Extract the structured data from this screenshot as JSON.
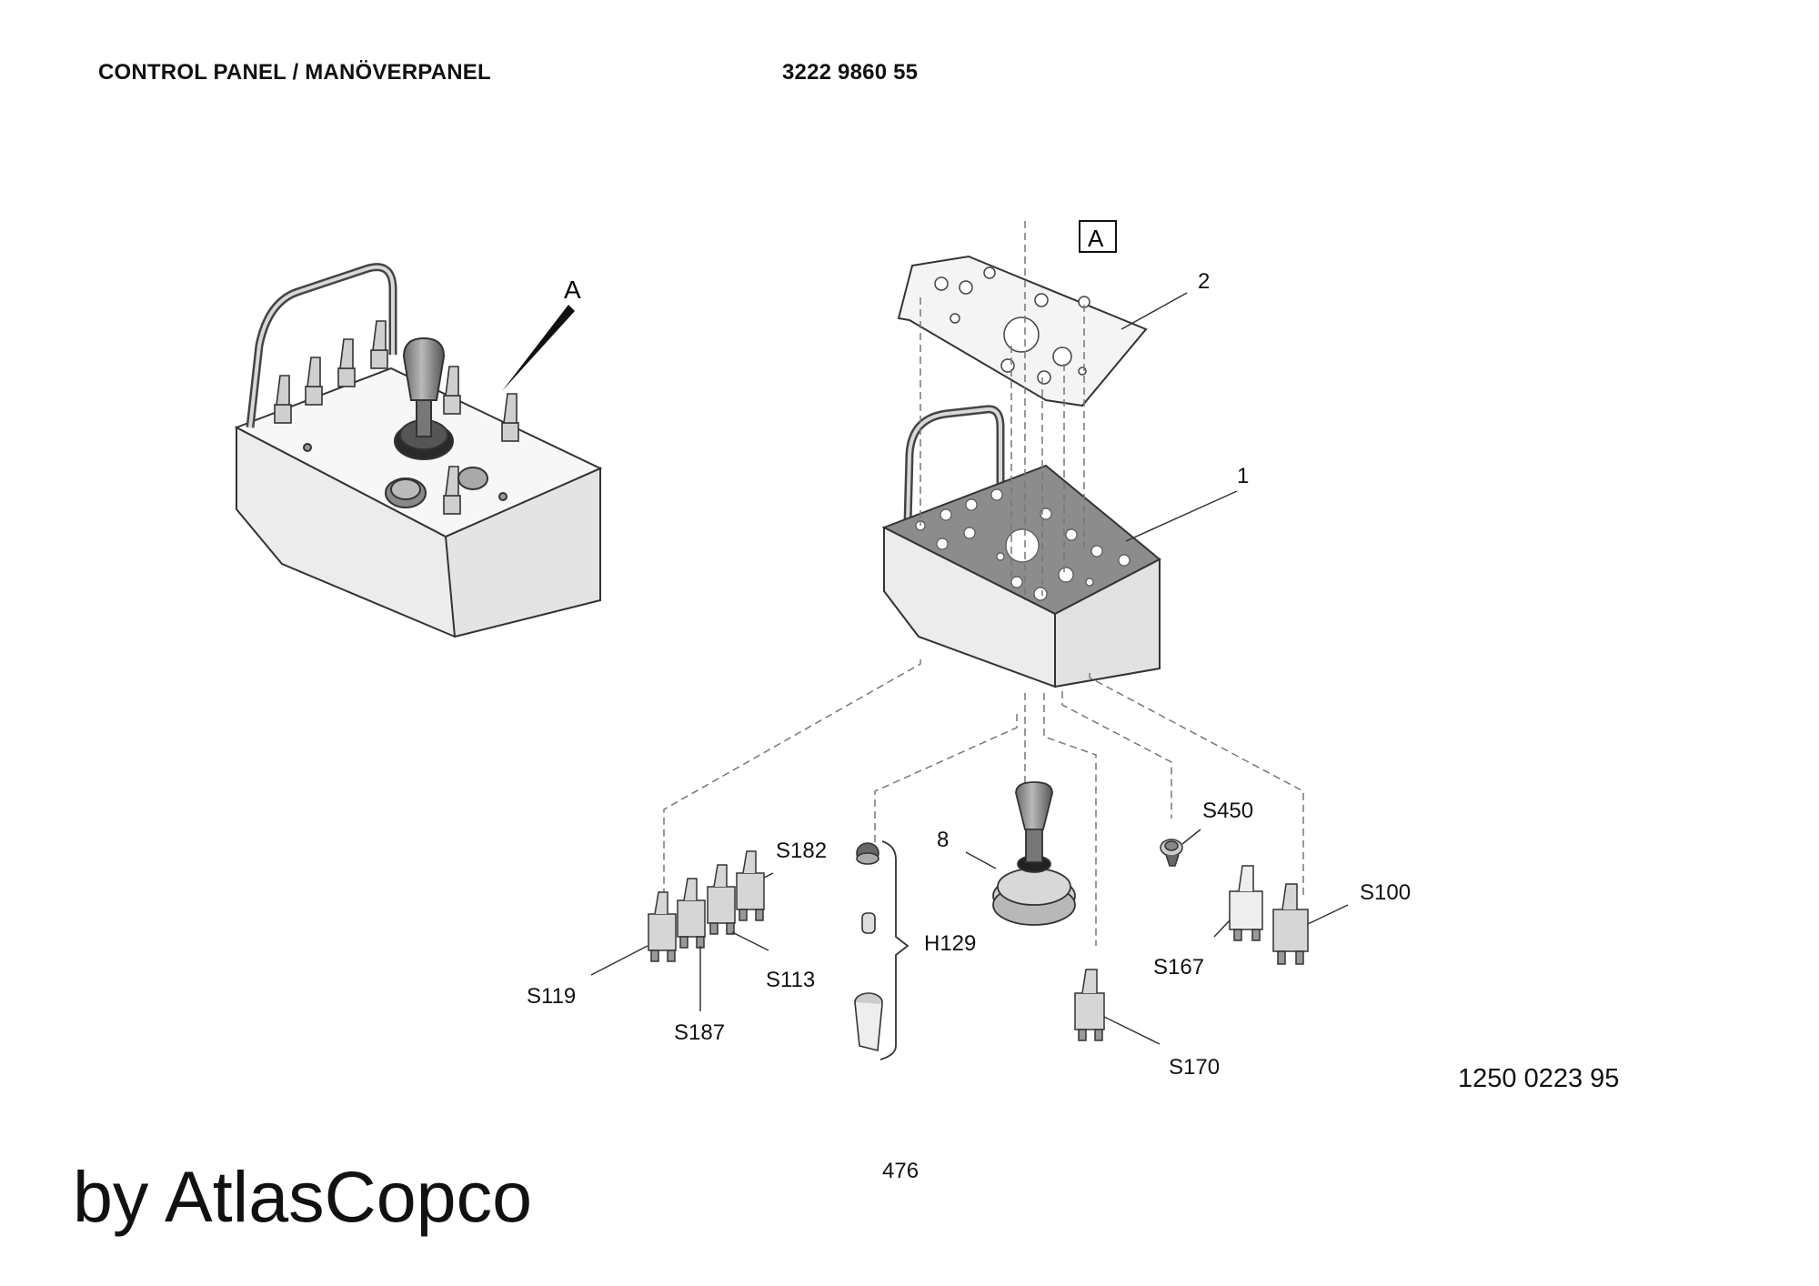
{
  "header": {
    "title": "CONTROL PANEL / MANÖVERPANEL",
    "part_number": "3222 9860 55"
  },
  "callouts": {
    "view_a_pointer": "A",
    "view_a_box": "A",
    "item_2": "2",
    "item_1": "1",
    "item_8": "8",
    "s450": "S450",
    "s182": "S182",
    "s100": "S100",
    "h129": "H129",
    "s167": "S167",
    "s113": "S113",
    "s119": "S119",
    "s170": "S170",
    "s187": "S187"
  },
  "footer": {
    "document_number": "1250 0223 95",
    "page_number": "476",
    "brand": "by AtlasCopco"
  }
}
